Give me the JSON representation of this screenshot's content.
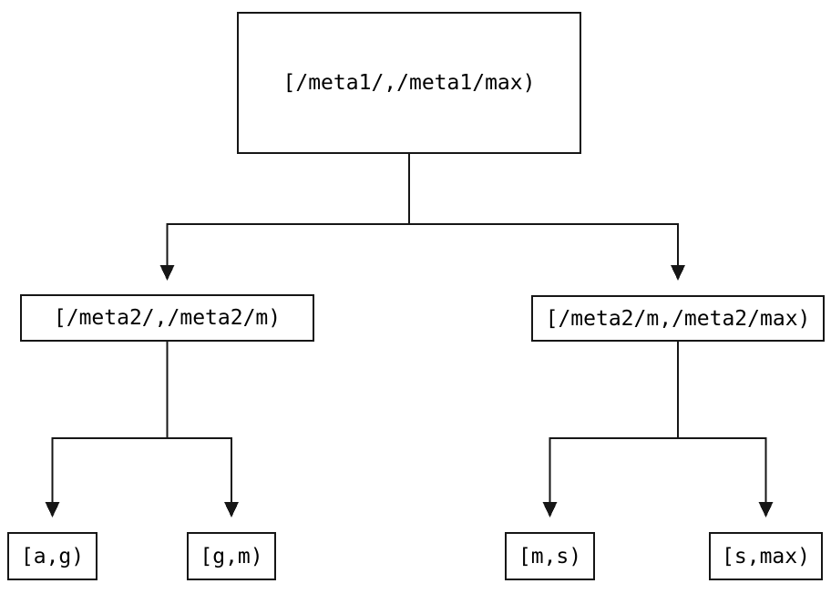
{
  "diagram": {
    "nodes": {
      "root": {
        "label": "[/meta1/,/meta1/max)"
      },
      "left": {
        "label": "[/meta2/,/meta2/m)"
      },
      "right": {
        "label": "[/meta2/m,/meta2/max)"
      },
      "leaf_ag": {
        "label": "[a,g)"
      },
      "leaf_gm": {
        "label": "[g,m)"
      },
      "leaf_ms": {
        "label": "[m,s)"
      },
      "leaf_smax": {
        "label": "[s,max)"
      }
    },
    "colors": {
      "line": "#161616",
      "text": "#000000",
      "background": "#ffffff"
    }
  }
}
